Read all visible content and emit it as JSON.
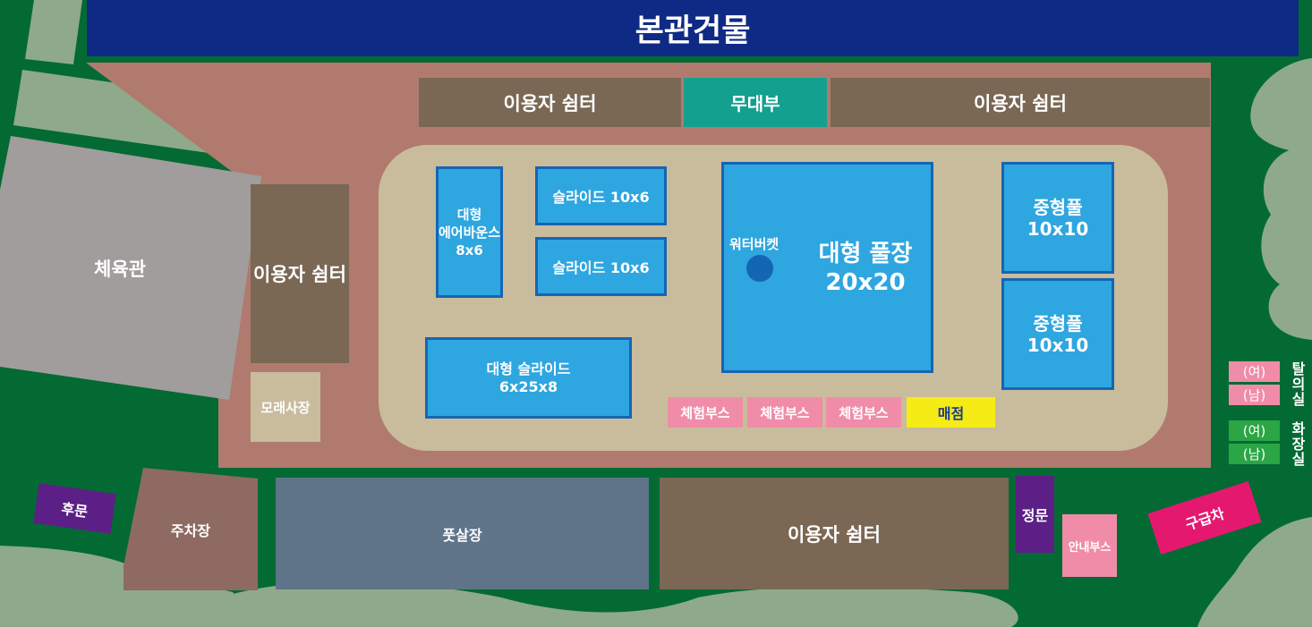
{
  "colors": {
    "background_green": "#046a34",
    "plaza": "#b07b6e",
    "inner_area": "#c9bc9c",
    "shelter": "#7a6854",
    "pool": "#2ea6e0",
    "pool_border": "#1565b5",
    "main_building": "#0f2a85",
    "stage": "#13a08f",
    "booth": "#f08ca8",
    "store": "#f5ec16",
    "gym": "#a09d9c",
    "futsal": "#5f7489",
    "gate": "#5c1f86",
    "ambulance": "#e5186f",
    "restroom": "#2aa645",
    "light_green": "#8fa98b"
  },
  "map": {
    "main_building": "본관건물",
    "stage": "무대부",
    "shelter_top_left": "이용자 쉼터",
    "shelter_top_right": "이용자 쉼터",
    "shelter_left": "이용자 쉼터",
    "shelter_bottom": "이용자 쉼터",
    "gym": "체육관",
    "sandbox": "모래사장",
    "air_bounce": [
      "대형",
      "에어바운스",
      "8x6"
    ],
    "slide_1": "슬라이드 10x6",
    "slide_2": "슬라이드 10x6",
    "big_slide": [
      "대형 슬라이드",
      "6x25x8"
    ],
    "water_bucket": "워터버켓",
    "big_pool": [
      "대형 풀장",
      "20x20"
    ],
    "mid_pool_1": [
      "중형풀",
      "10x10"
    ],
    "mid_pool_2": [
      "중형풀",
      "10x10"
    ],
    "booths": [
      "체험부스",
      "체험부스",
      "체험부스"
    ],
    "store": "매점",
    "back_gate": "후문",
    "parking": "주차장",
    "futsal": "풋살장",
    "front_gate": "정문",
    "info_booth": "안내부스",
    "ambulance": "구급차",
    "changing_room": {
      "title": "탈의실",
      "female": "(여)",
      "male": "(남)"
    },
    "restroom": {
      "title": "화장실",
      "female": "(여)",
      "male": "(남)"
    }
  }
}
